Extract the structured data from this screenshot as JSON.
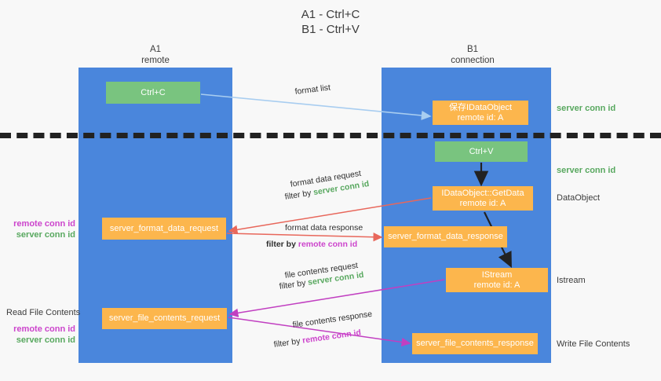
{
  "title": "A1 - Ctrl+C\nB1 - Ctrl+V",
  "columns": {
    "a1": "A1\nremote",
    "b1": "B1\nconnection"
  },
  "boxes": {
    "ctrl_c": "Ctrl+C",
    "save_idataobject": "保存IDataObject\nremote id: A",
    "ctrl_v": "Ctrl+V",
    "get_data": "IDataObject::GetData\nremote id: A",
    "server_format_data_request": "server_format_data_request",
    "server_format_data_response": "server_format_data_response",
    "istream": "IStream\nremote id: A",
    "server_file_contents_request": "server_file_contents_request",
    "server_file_contents_response": "server_file_contents_response"
  },
  "annotations": {
    "server_conn_id_top": "server conn id",
    "server_conn_id_mid": "server conn id",
    "dataobject": "DataObject",
    "istream": "Istream",
    "write_file_contents": "Write File Contents",
    "read_file_contents": "Read File Contents",
    "remote_conn_id": "remote conn id",
    "server_conn_id": "server conn id"
  },
  "arrow_labels": {
    "format_list": "format list",
    "format_data_request": "format data request",
    "filter_by": "filter by",
    "server_conn_id": "server conn id",
    "format_data_response": "format data response",
    "remote_conn_id": "remote conn id",
    "file_contents_request": "file contents request",
    "file_contents_response": "file contents response"
  },
  "colors": {
    "lane": "#4a86dc",
    "green_box": "#79c47f",
    "orange_box": "#fcb64d",
    "green_text": "#58a85f",
    "purple_text": "#cc44cc",
    "blue_arrow": "#a8cdf0",
    "red_arrow": "#e8675b",
    "magenta_arrow": "#c13fc1",
    "black": "#222222",
    "background": "#f8f8f8"
  }
}
